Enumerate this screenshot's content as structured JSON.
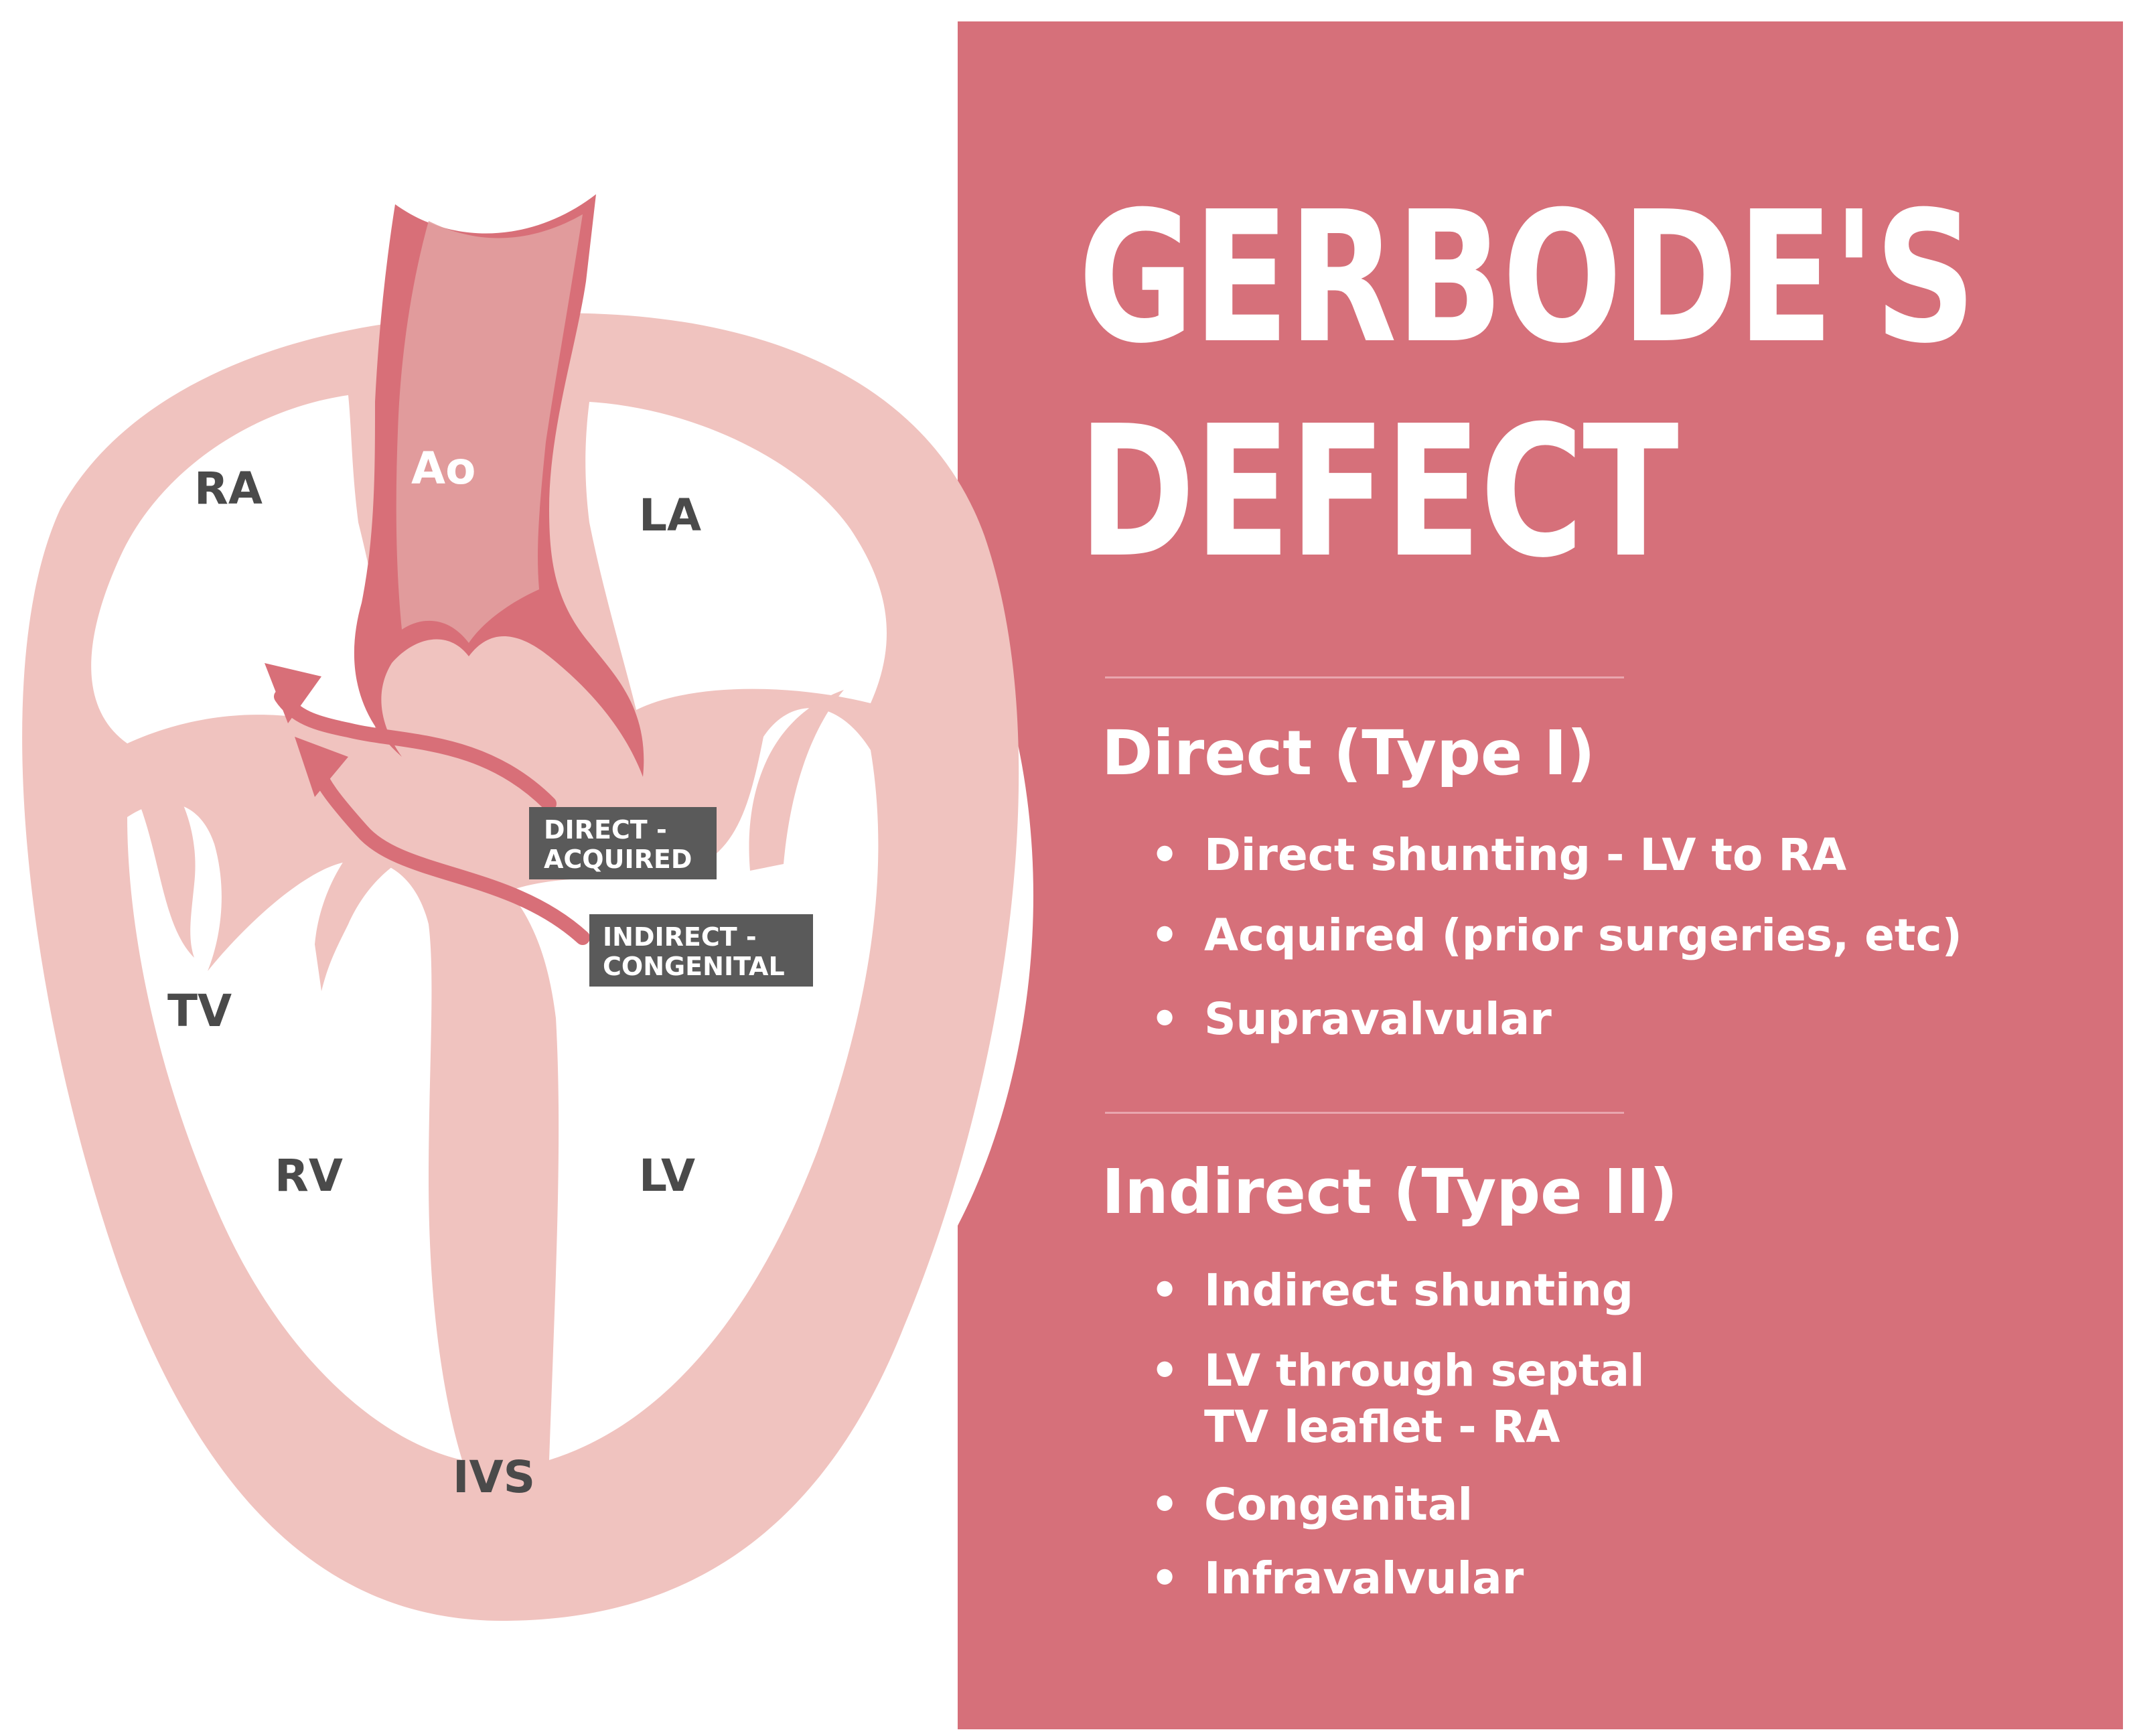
{
  "title": {
    "line1": "GERBODE'S",
    "line2": "DEFECT"
  },
  "heart_labels": {
    "ra": "RA",
    "ao": "Ao",
    "la": "LA",
    "tv": "TV",
    "rv": "RV",
    "lv": "LV",
    "ivs": "IVS"
  },
  "callouts": {
    "direct": {
      "line1": "DIRECT -",
      "line2": "ACQUIRED"
    },
    "indirect": {
      "line1": "INDIRECT -",
      "line2": "CONGENITAL"
    }
  },
  "sections": [
    {
      "heading": "Direct (Type I)",
      "bullets": [
        "Direct shunting - LV to RA",
        "Acquired (prior surgeries, etc)",
        "Supravalvular"
      ]
    },
    {
      "heading": "Indirect (Type II)",
      "bullets": [
        "Indirect shunting",
        {
          "line1": "LV through septal",
          "line2": "TV leaflet - RA"
        },
        "Congenital",
        "Infravalvular"
      ]
    }
  ],
  "bullet_char": "•",
  "colors": {
    "panel": "#d6707a",
    "heart_wall": "#f0c3bf",
    "aorta": "#d86f78",
    "label_text": "#4a4a4a",
    "callout_bg": "#5a5a5a"
  }
}
